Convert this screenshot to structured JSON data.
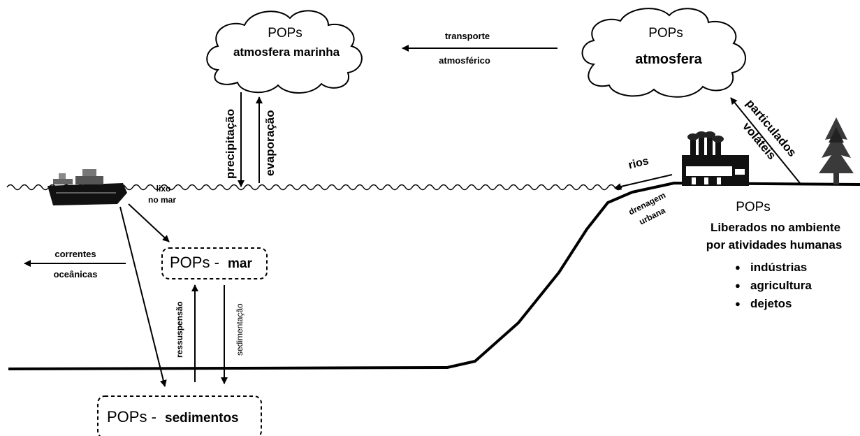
{
  "clouds": {
    "marine": {
      "title": "POPs",
      "subtitle": "atmosfera marinha"
    },
    "land": {
      "title": "POPs",
      "subtitle": "atmosfera"
    }
  },
  "arrows": {
    "atmospheric_transport": [
      "transporte",
      "atmosférico"
    ],
    "precipitation": "precipitação",
    "evaporation": "evaporação",
    "particulates": [
      "particulados",
      "voláteis"
    ],
    "rivers": "rios",
    "urban_drainage": [
      "drenagem",
      "urbana"
    ],
    "currents": [
      "correntes",
      "oceânicas"
    ],
    "resuspension": "ressuspensão",
    "sedimentation": "sedimentação"
  },
  "waste": [
    "lixo",
    "no mar"
  ],
  "boxes": {
    "sea": {
      "prefix": "POPs -",
      "label": "mar"
    },
    "sediments": {
      "prefix": "POPs -",
      "label": "sedimentos"
    }
  },
  "sources": {
    "title": "POPs",
    "line1": "Liberados no ambiente",
    "line2": "por atividades humanas",
    "items": [
      "indústrias",
      "agricultura",
      "dejetos"
    ]
  }
}
